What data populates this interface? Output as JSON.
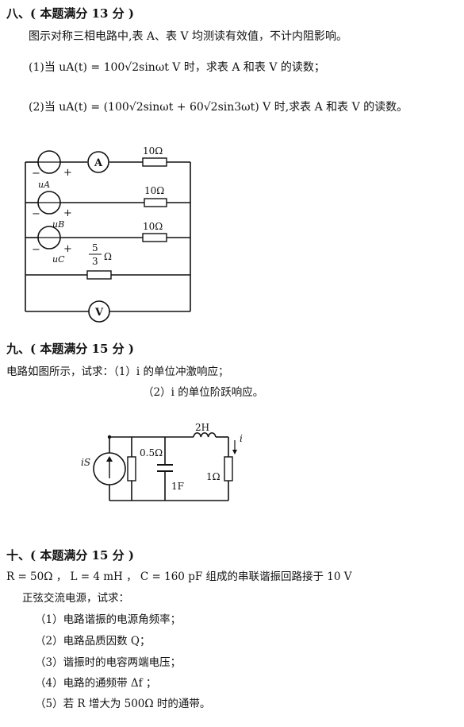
{
  "q8": {
    "heading": "八、( 本题满分 13 分 )",
    "intro": "图示对称三相电路中,表 A、表 V 均测读有效值，不计内阻影响。",
    "part1": "(1)当 uA(t) = 100√2sinωt V 时，求表 A 和表 V 的读数；",
    "part2": "(2)当 uA(t) = (100√2sinωt + 60√2sin3ωt) V 时,求表 A 和表 V 的读数。",
    "circuit": {
      "ammeter": "A",
      "voltmeter": "V",
      "r1": "10Ω",
      "r2": "10Ω",
      "r3": "10Ω",
      "r4_num": "5",
      "r4_den": "3",
      "r4_unit": "Ω",
      "ua": "uA",
      "ub": "uB",
      "uc": "uC",
      "plus": "+",
      "minus": "−"
    }
  },
  "q9": {
    "heading": "九、( 本题满分 15 分 )",
    "intro": "电路如图所示，试求：（1）i 的单位冲激响应；",
    "part2": "（2）i 的单位阶跃响应。",
    "circuit": {
      "source": "iS",
      "r1": "0.5Ω",
      "cap": "1F",
      "ind": "2H",
      "r2": "1Ω",
      "current": "i"
    }
  },
  "q10": {
    "heading": "十、( 本题满分 15 分 )",
    "intro": "R = 50Ω ， L = 4 mH ， C = 160 pF 组成的串联谐振回路接于 10 V",
    "intro2": "正弦交流电源，试求：",
    "items": [
      "（1）电路谐振的电源角频率；",
      "（2）电路品质因数 Q；",
      "（3）谐振时的电容两端电压；",
      "（4）电路的通频带 Δf ；",
      "（5）若 R 增大为 500Ω 时的通带。"
    ]
  }
}
